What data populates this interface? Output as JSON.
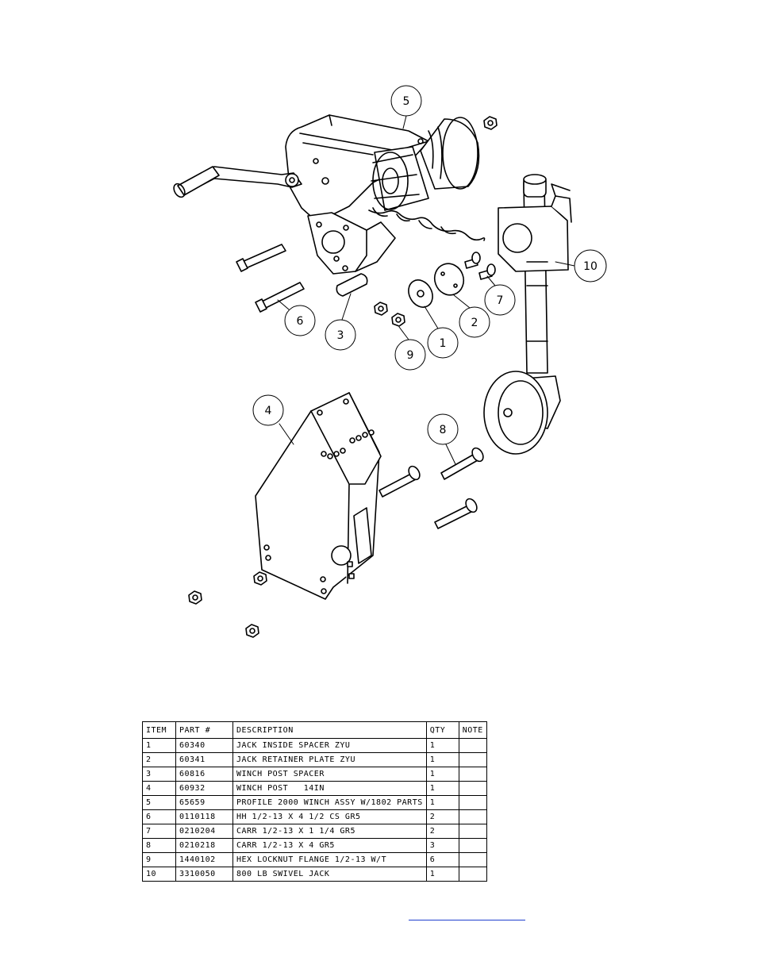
{
  "balloons": [
    "5",
    "10",
    "6",
    "3",
    "9",
    "1",
    "2",
    "7",
    "4",
    "8"
  ],
  "table": {
    "headers": [
      "ITEM",
      "PART #",
      "DESCRIPTION",
      "QTY",
      "NOTE"
    ],
    "rows": [
      [
        "1",
        "60340",
        "JACK INSIDE SPACER ZYU",
        "1",
        ""
      ],
      [
        "2",
        "60341",
        "JACK RETAINER PLATE ZYU",
        "1",
        ""
      ],
      [
        "3",
        "60816",
        "WINCH POST SPACER",
        "1",
        ""
      ],
      [
        "4",
        "60932",
        "WINCH POST   14IN",
        "1",
        ""
      ],
      [
        "5",
        "65659",
        "PROFILE 2000 WINCH ASSY W/1802 PARTS",
        "1",
        ""
      ],
      [
        "6",
        "0110118",
        "HH 1/2-13 X 4 1/2 CS GR5",
        "2",
        ""
      ],
      [
        "7",
        "0210204",
        "CARR 1/2-13 X 1 1/4 GR5",
        "2",
        ""
      ],
      [
        "8",
        "0210218",
        "CARR 1/2-13 X 4 GR5",
        "3",
        ""
      ],
      [
        "9",
        "1440102",
        "HEX LOCKNUT FLANGE 1/2-13 W/T",
        "6",
        ""
      ],
      [
        "10",
        "3310050",
        "800 LB SWIVEL JACK",
        "1",
        ""
      ]
    ]
  },
  "colors": {
    "line": "#000000",
    "link": "#1f3fcf"
  }
}
